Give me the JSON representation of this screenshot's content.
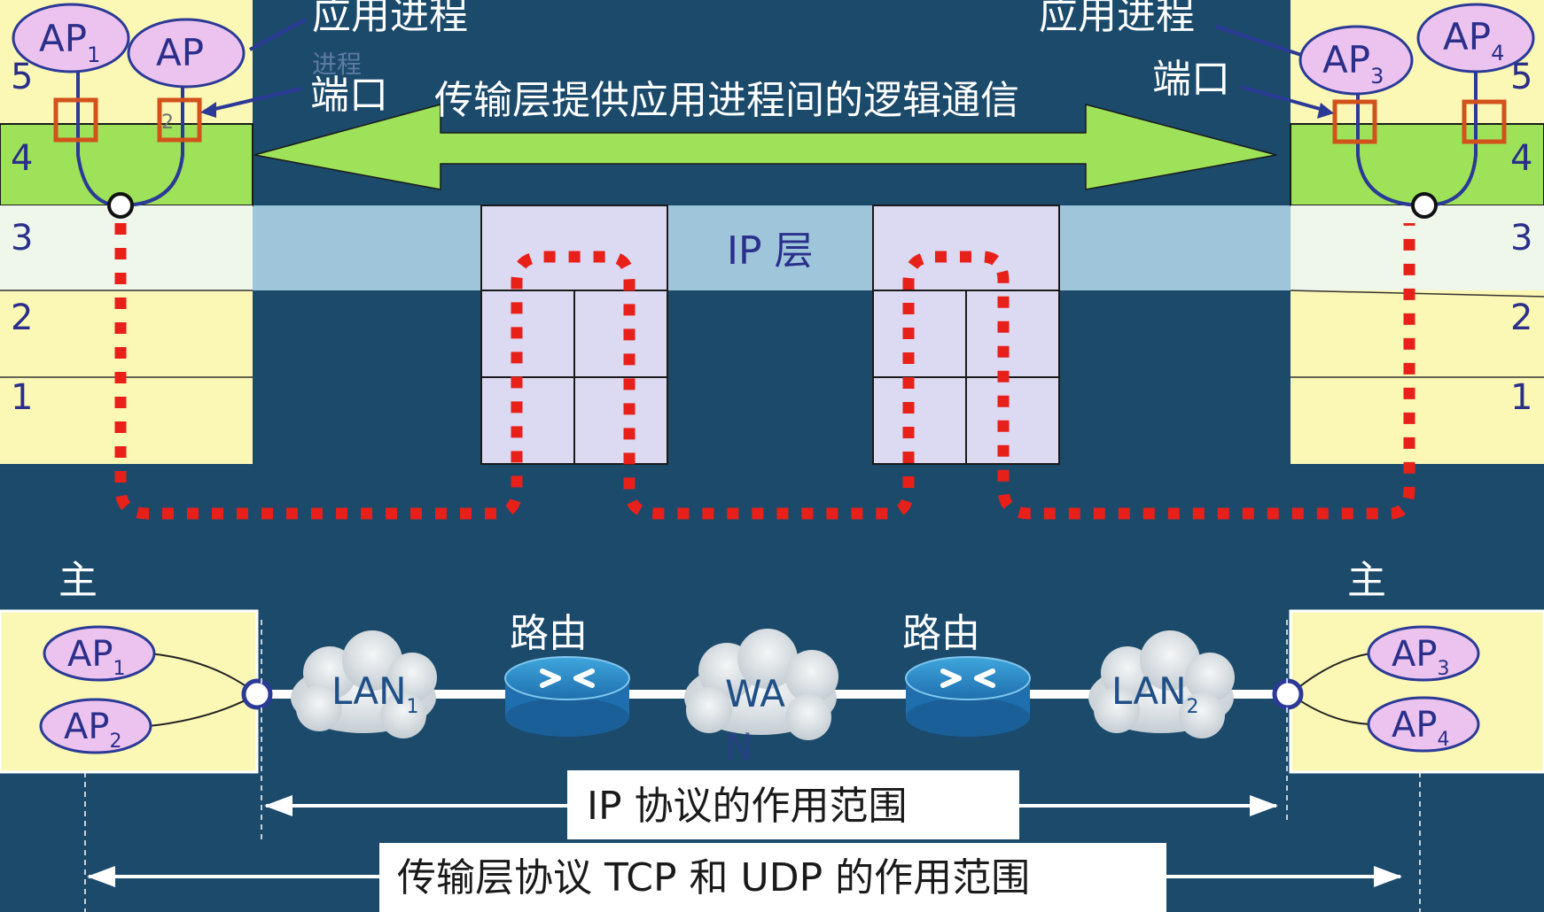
{
  "colors": {
    "background": "#1b4a6b",
    "layer_yellow": "#fbf7b5",
    "transport_green": "#9ee25a",
    "ip_band": "#a9cfe4",
    "router_box": "#dcd9f2",
    "path_red": "#e8201a",
    "port_orange": "#d2521b",
    "ap_pink": "#ecc3ee",
    "label_white": "#ffffff",
    "label_navy": "#2a2f8a"
  },
  "top": {
    "left_app_process_label": "应用进程",
    "left_app_process_ghost": "进程",
    "right_app_process_label": "应用进程",
    "left_port_label": "端口",
    "right_port_label": "端口",
    "transport_caption": "传输层提供应用进程间的逻辑通信",
    "ip_layer_label": "IP 层",
    "left_host": {
      "layers": [
        "5",
        "4",
        "3",
        "2",
        "1"
      ],
      "ap_a": {
        "main": "AP",
        "sub": "1"
      },
      "ap_b": {
        "main": "AP",
        "sub": ""
      },
      "port_mark": "2"
    },
    "right_host": {
      "layers": [
        "5",
        "4",
        "3",
        "2",
        "1"
      ],
      "ap_a": {
        "main": "AP",
        "sub": "3"
      },
      "ap_b": {
        "main": "AP",
        "sub": "4"
      }
    }
  },
  "bottom": {
    "left_host_label": "主",
    "right_host_label": "主",
    "left_aps": [
      {
        "main": "AP",
        "sub": "1"
      },
      {
        "main": "AP",
        "sub": "2"
      }
    ],
    "right_aps": [
      {
        "main": "AP",
        "sub": "3"
      },
      {
        "main": "AP",
        "sub": "4"
      }
    ],
    "cloud_lan1": {
      "main": "LAN",
      "sub": "1"
    },
    "cloud_wan": {
      "main": "WA",
      "tail": "N"
    },
    "cloud_lan2": {
      "main": "LAN",
      "sub": "2"
    },
    "router1_label": "路由",
    "router2_label": "路由",
    "ip_scope_label": "IP 协议的作用范围",
    "transport_scope_label": "传输层协议 TCP 和 UDP 的作用范围"
  }
}
